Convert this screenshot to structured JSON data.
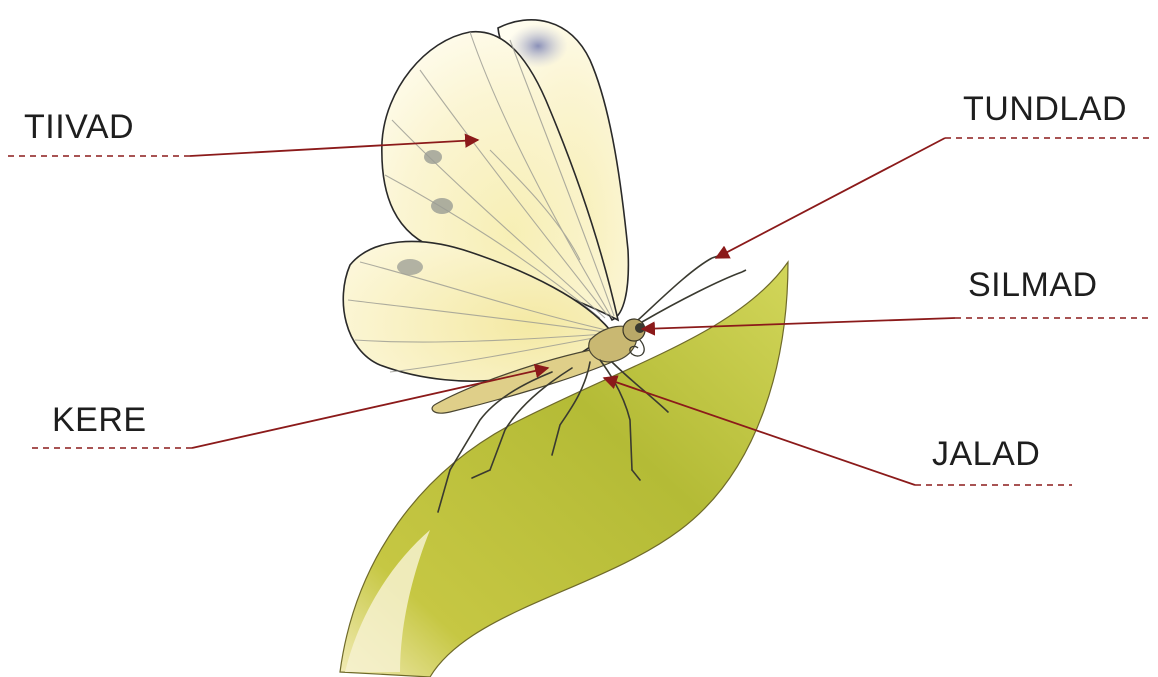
{
  "labels": {
    "wings": "TIIVAD",
    "antennae": "TUNDLAD",
    "eyes": "SILMAD",
    "body": "KERE",
    "legs": "JALAD"
  },
  "colors": {
    "pointer_line": "#8b1a1a",
    "label_text": "#1e1e1e",
    "leaf": "#b9c03a",
    "wing_fill": "#fbf6d6",
    "outline": "#2a2a2a"
  }
}
